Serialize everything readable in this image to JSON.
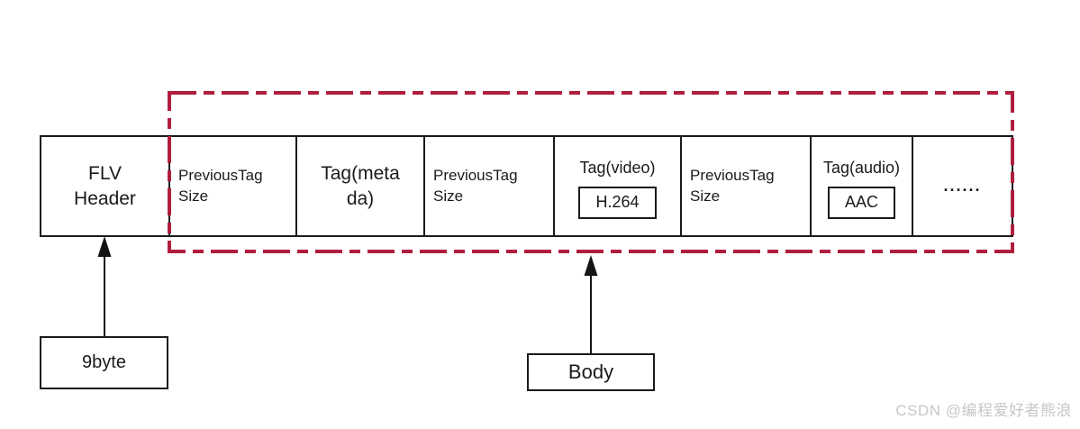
{
  "row": {
    "cells": [
      {
        "name": "flv-header",
        "line1": "FLV",
        "line2": "Header"
      },
      {
        "name": "previous-tag-size-1",
        "line1": "PreviousTag",
        "line2": "Size"
      },
      {
        "name": "tag-metadata",
        "line1": "Tag(meta",
        "line2": "da)"
      },
      {
        "name": "previous-tag-size-2",
        "line1": "PreviousTag",
        "line2": "Size"
      },
      {
        "name": "tag-video",
        "line1": "Tag(video)",
        "sub": "H.264"
      },
      {
        "name": "previous-tag-size-3",
        "line1": "PreviousTag",
        "line2": "Size"
      },
      {
        "name": "tag-audio",
        "line1": "Tag(audio)",
        "sub": "AAC"
      },
      {
        "name": "ellipsis",
        "line1": "......"
      }
    ]
  },
  "callouts": {
    "header_bytes": "9byte",
    "body": "Body"
  },
  "watermark": "CSDN @编程爱好者熊浪",
  "colors": {
    "dash_red": "#b01e3e",
    "line_black": "#141414"
  }
}
